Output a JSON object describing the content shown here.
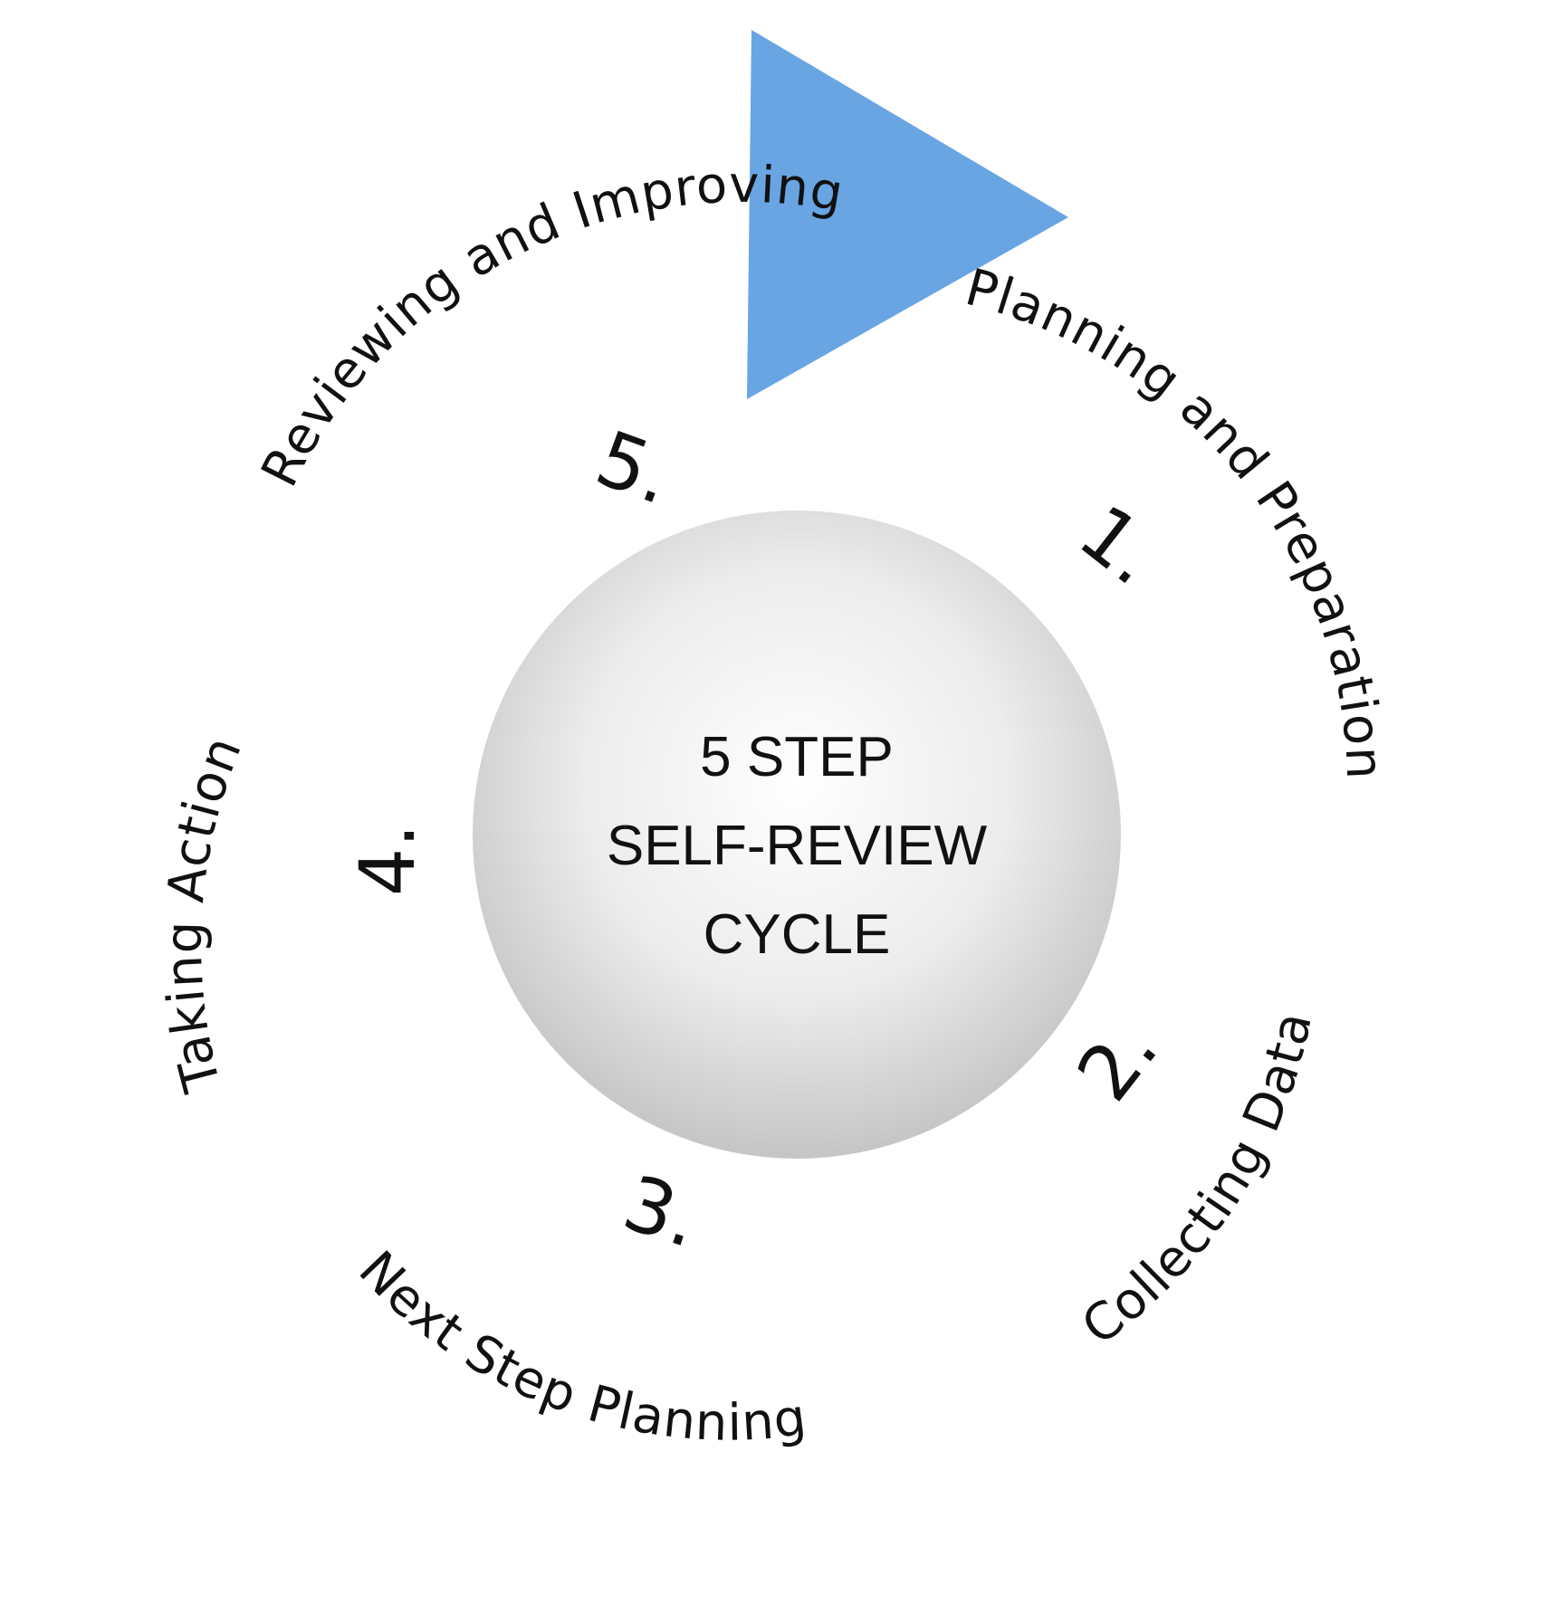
{
  "title": {
    "lines": [
      "5 STEP",
      "SELF-REVIEW",
      "CYCLE"
    ]
  },
  "steps": [
    {
      "number": "1.",
      "label": "Planning and Preparation"
    },
    {
      "number": "2.",
      "label": "Collecting Data"
    },
    {
      "number": "3.",
      "label": "Next Step Planning"
    },
    {
      "number": "4.",
      "label": "Taking Action"
    },
    {
      "number": "5.",
      "label": "Reviewing and Improving"
    }
  ],
  "colors": {
    "ring_teal": "#4fc2d3",
    "ring_blue": "#67a5e3",
    "arrow_head": "#69a5e3",
    "center_light": "#ffffff",
    "center_dark": "#c4c4c4",
    "text": "#111111"
  }
}
